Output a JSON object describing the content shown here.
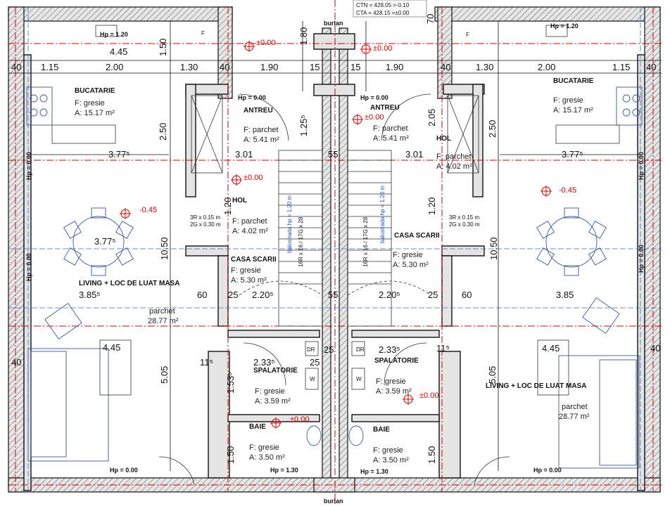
{
  "elevations": {
    "ctn": "CTN = 428.05 =-0.10",
    "cta": "CTA = 428.15 =±0.00",
    "zero": "±0.00",
    "minus": "-0.45"
  },
  "labels": {
    "burlan": "burlan",
    "hp120": "Hp = 1.20",
    "hp000": "Hp = 0.00",
    "hp130": "Hp = 1.30",
    "hp_eq_000": "Hp = 0.00",
    "f": "F",
    "dr": "DR",
    "w": "W",
    "balustrada": "balustrada hp = 1.20 m",
    "steps_left": "16R x 16 / 17G x 28",
    "steps_right": "16R x 16 / 17G x 28",
    "stairs_note_1": "3R x 0.15 m",
    "stairs_note_2": "2G x 0.30 m"
  },
  "rooms": {
    "bucatarie": {
      "name": "BUCATARIE",
      "finish": "F:   gresie",
      "area": "A: 15.17 m²"
    },
    "antreu": {
      "name": "ANTREU",
      "finish": "F:  parchet",
      "area": "A:  5.41 m²"
    },
    "hol": {
      "name": "HOL",
      "finish": "F:  parchet",
      "area": "A:  4.02 m²"
    },
    "casa_scarii": {
      "name": "CASA SCARII",
      "finish": "F:   gresie",
      "area": "A:   5.30 m²"
    },
    "living": {
      "name": "LIVING + LOC DE LUAT MASA",
      "finish": "parchet",
      "area": "28.77 m²"
    },
    "spalatorie": {
      "name": "SPALATORIE",
      "finish": "F:   gresie",
      "area": "A:  3.59 m²"
    },
    "baie": {
      "name": "BAIE",
      "finish": "F:   gresie",
      "area": "A:  3.50 m²"
    }
  },
  "dimensions": {
    "top_row": [
      "40",
      "1.15",
      "2.00",
      "1.30",
      "40",
      "1.90",
      "15",
      "15",
      "1.90",
      "40",
      "1.30",
      "2.00",
      "1.15",
      "40"
    ],
    "w445": "4.45",
    "w150": "1.50",
    "w180": "1.80",
    "w250": "2.50",
    "w1050": "10.50",
    "w505": "5.05",
    "w377": "3.77⁵",
    "w385": "3.85",
    "w3855": "3.85⁵",
    "w301": "3.01",
    "w55": "55",
    "w220": "2.20⁵",
    "w233": "2.33⁵",
    "w25": "25",
    "w60": "60",
    "w115": "11⁵",
    "w120": "1.20",
    "w125": "1.25⁵",
    "w205": "2.05",
    "w153": "1.53⁵",
    "w70": "70",
    "w40": "40"
  }
}
